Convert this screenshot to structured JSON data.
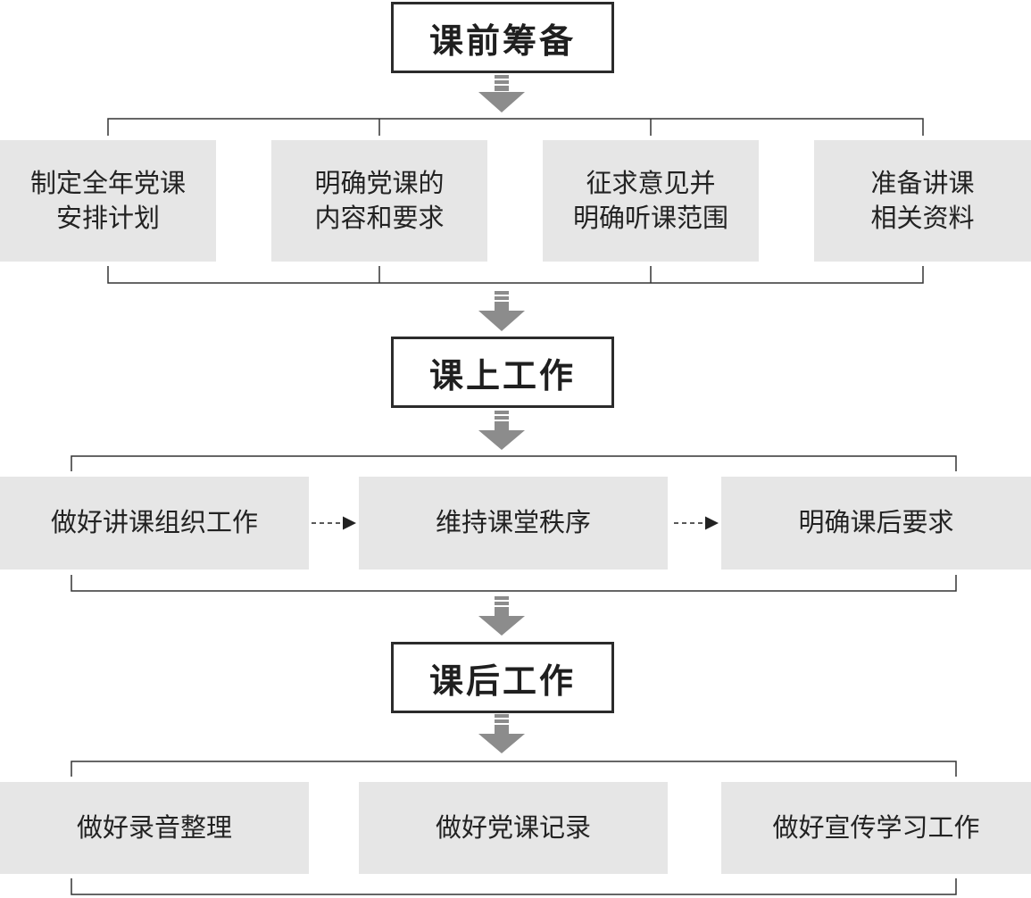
{
  "stages": {
    "prep": {
      "title": "课前筹备",
      "items": [
        {
          "line1": "制定全年党课",
          "line2": "安排计划"
        },
        {
          "line1": "明确党课的",
          "line2": "内容和要求"
        },
        {
          "line1": "征求意见并",
          "line2": "明确听课范围"
        },
        {
          "line1": "准备讲课",
          "line2": "相关资料"
        }
      ]
    },
    "inclass": {
      "title": "课上工作",
      "items": [
        "做好讲课组织工作",
        "维持课堂秩序",
        "明确课后要求"
      ]
    },
    "after": {
      "title": "课后工作",
      "items": [
        "做好录音整理",
        "做好党课记录",
        "做好宣传学习工作"
      ]
    }
  },
  "colors": {
    "box_border": "#2b2b2b",
    "item_fill": "#e6e6e6",
    "arrow": "#8c8c8c",
    "line": "#333333"
  }
}
